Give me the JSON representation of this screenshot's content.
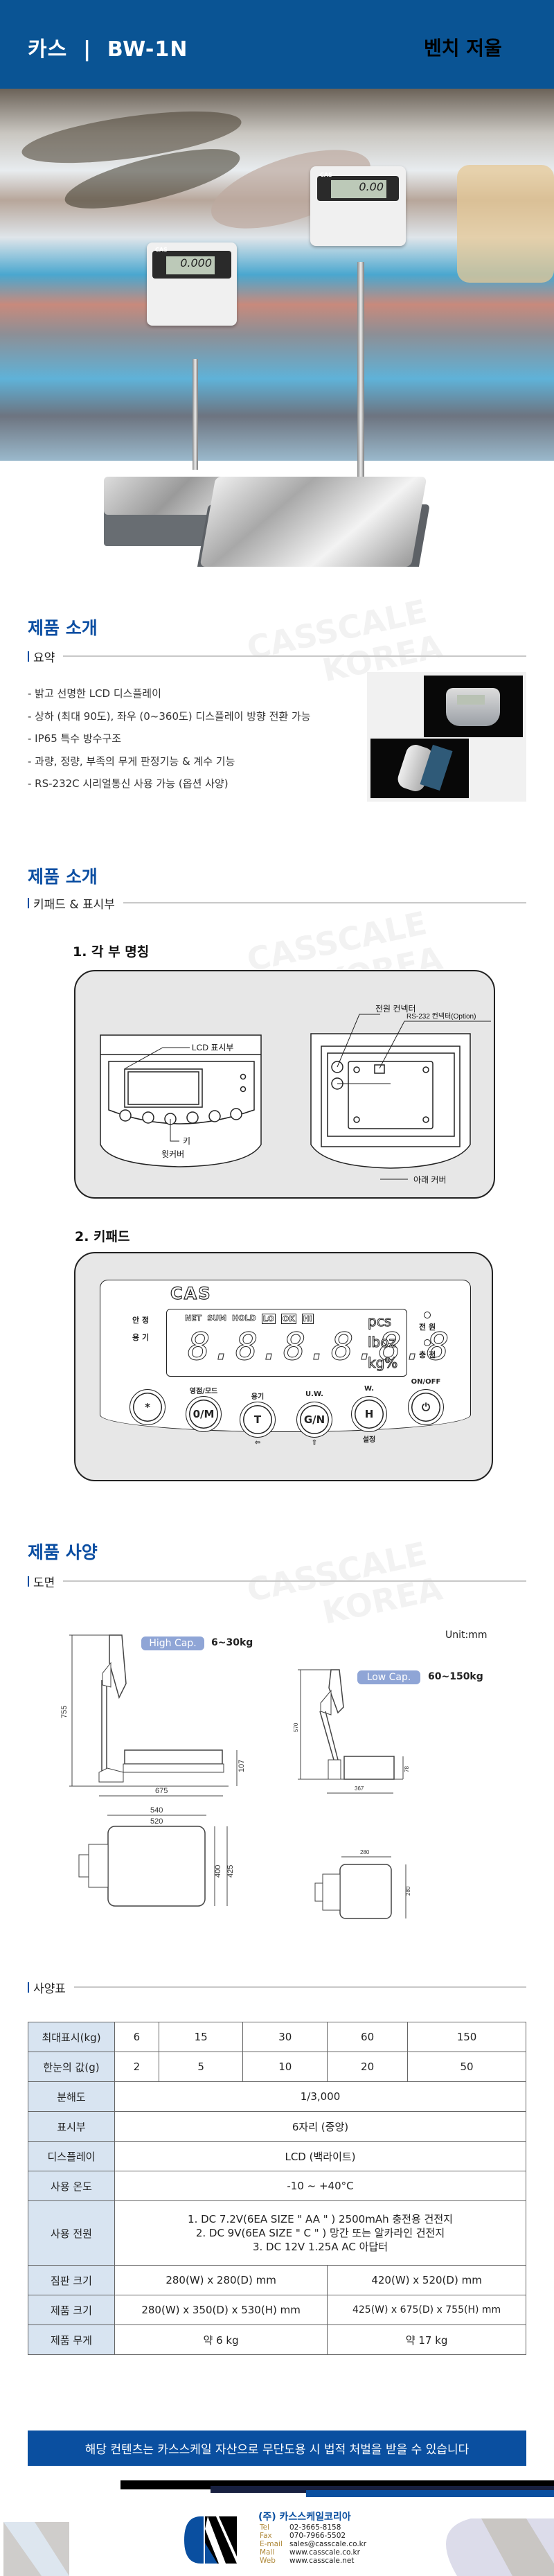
{
  "header": {
    "title": "카스  |  BW-1N",
    "category": "벤치 저울"
  },
  "colors": {
    "brand_blue": "#0a5494",
    "heading_blue": "#0b4ea2",
    "table_header": "#d8e4f1",
    "banner": "#0a4fa0"
  },
  "hero": {
    "lcd_small": "0.000",
    "lcd_large": "0.00",
    "brand": "CAS"
  },
  "watermark": {
    "line1": "CASSCALE",
    "line2": "KOREA"
  },
  "intro": {
    "title": "제품 소개",
    "summary_label": "요약",
    "bullets": [
      "- 밝고 선명한 LCD 디스플레이",
      "- 상하 (최대 90도), 좌우 (0~360도) 디스플레이 방향 전환 가능",
      "- IP65 특수 방수구조",
      "- 과량, 정량, 부족의 무게 판정기능 & 계수 기능",
      "- RS-232C 시리얼통신 사용 가능 (옵션 사양)"
    ]
  },
  "keypad_section": {
    "title": "제품 소개",
    "label": "키패드 & 표시부",
    "parts_title": "1. 각 부 명칭",
    "parts": {
      "lcd": "LCD 표시부",
      "key": "키",
      "top_cover": "윗커버",
      "power_connector": "전원 컨넥터",
      "rs232": "RS-232 컨넥터(Option)",
      "bottom_cover": "아래 커버"
    },
    "keypad_title": "2. 키패드",
    "keypad": {
      "logo": "CAS",
      "left_labels": [
        "안 정",
        "용 기"
      ],
      "annunciators": [
        "NET",
        "SUM",
        "HOLD",
        "LO",
        "OK",
        "HI"
      ],
      "units": [
        "pcs",
        "lboz",
        "kg%"
      ],
      "digits": "8.8.8.8.8.8",
      "right_labels": [
        "전 원",
        "충 전"
      ],
      "buttons": [
        {
          "top": "",
          "glyph": "*",
          "bottom": ""
        },
        {
          "top": "영점/모드",
          "glyph": "0/M",
          "bottom": ""
        },
        {
          "top": "용기",
          "glyph": "T",
          "bottom": "⇦"
        },
        {
          "top": "U.W.",
          "glyph": "G/N",
          "bottom": "⇧"
        },
        {
          "top": "W.",
          "glyph": "H",
          "bottom": "설정"
        },
        {
          "top": "ON/OFF",
          "glyph": "⏻",
          "bottom": ""
        }
      ]
    }
  },
  "spec_section": {
    "title": "제품 사양",
    "drawing_label": "도면",
    "unit": "Unit:mm",
    "high_cap": {
      "badge": "High Cap.",
      "range": "6~30kg",
      "dims": [
        "755",
        "675",
        "107",
        "540",
        "520",
        "400",
        "425"
      ]
    },
    "low_cap": {
      "badge": "Low Cap.",
      "range": "60~150kg",
      "dims": [
        "570",
        "367",
        "78",
        "280",
        "280"
      ]
    },
    "table_label": "사양표",
    "table": {
      "capacity": {
        "label": "최대표시(kg)",
        "values": [
          "6",
          "15",
          "30",
          "60",
          "150"
        ]
      },
      "division": {
        "label": "한눈의 값(g)",
        "values": [
          "2",
          "5",
          "10",
          "20",
          "50"
        ]
      },
      "resolution": {
        "label": "분해도",
        "value": "1/3,000"
      },
      "display_digits": {
        "label": "표시부",
        "value": "6자리 (중앙)"
      },
      "display": {
        "label": "디스플레이",
        "value": "LCD (백라이트)"
      },
      "temperature": {
        "label": "사용 온도",
        "value": "-10 ~ +40°C"
      },
      "power": {
        "label": "사용 전원",
        "lines": [
          "1. DC 7.2V(6EA SIZE \" AA \" ) 2500mAh 충전용 건전지",
          "2. DC 9V(6EA SIZE \" C \" ) 망간 또는 알카라인 건전지",
          "3. DC 12V 1.25A AC 아답터"
        ]
      },
      "platter": {
        "label": "짐판 크기",
        "values": [
          "280(W) x 280(D) mm",
          "420(W) x 520(D) mm"
        ]
      },
      "size": {
        "label": "제품 크기",
        "values": [
          "280(W) x 350(D) x 530(H) mm",
          "425(W) x 675(D) x 755(H) mm"
        ]
      },
      "weight": {
        "label": "제품 무게",
        "values": [
          "약 6 kg",
          "약 17 kg"
        ]
      }
    }
  },
  "footer": {
    "notice": "해당 컨텐츠는 카스스케일 자산으로 무단도용 시 법적 처벌을 받을 수 있습니다",
    "company": "(주) 카스스케일코리아",
    "contacts": [
      {
        "key": "Tel",
        "value": "02-3665-8158"
      },
      {
        "key": "Fax",
        "value": "070-7966-5502"
      },
      {
        "key": "E-mail",
        "value": "sales@casscale.co.kr"
      },
      {
        "key": "Mall",
        "value": "www.casscale.co.kr"
      },
      {
        "key": "Web",
        "value": "www.casscale.net"
      }
    ]
  }
}
